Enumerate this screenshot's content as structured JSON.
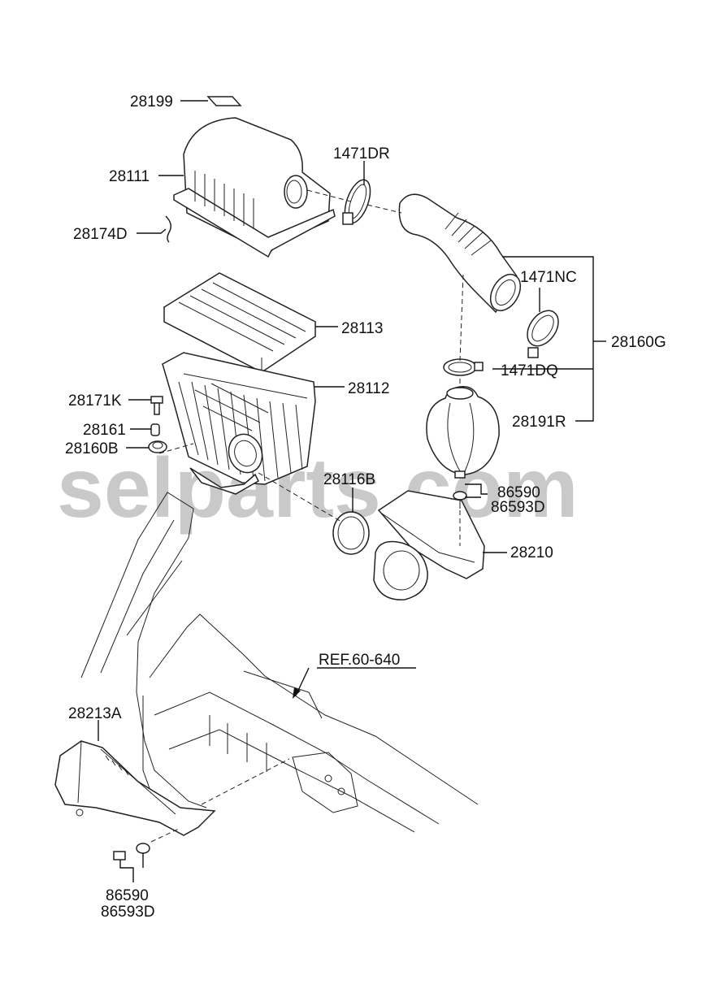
{
  "watermark": "selparts.com",
  "labels": {
    "p28199": "28199",
    "p28111": "28111",
    "p1471DR": "1471DR",
    "p28174D": "28174D",
    "p1471NC": "1471NC",
    "p28160G": "28160G",
    "p28113": "28113",
    "p28112": "28112",
    "p1471DQ": "1471DQ",
    "p28171K": "28171K",
    "p28161": "28161",
    "p28160B": "28160B",
    "p28191R": "28191R",
    "p28116B": "28116B",
    "p86590_top": "86590",
    "p86593D_top": "86593D",
    "p28210": "28210",
    "ref": "REF.60-640",
    "p28213A": "28213A",
    "p86590_bottom": "86590",
    "p86593D_bottom": "86593D"
  }
}
